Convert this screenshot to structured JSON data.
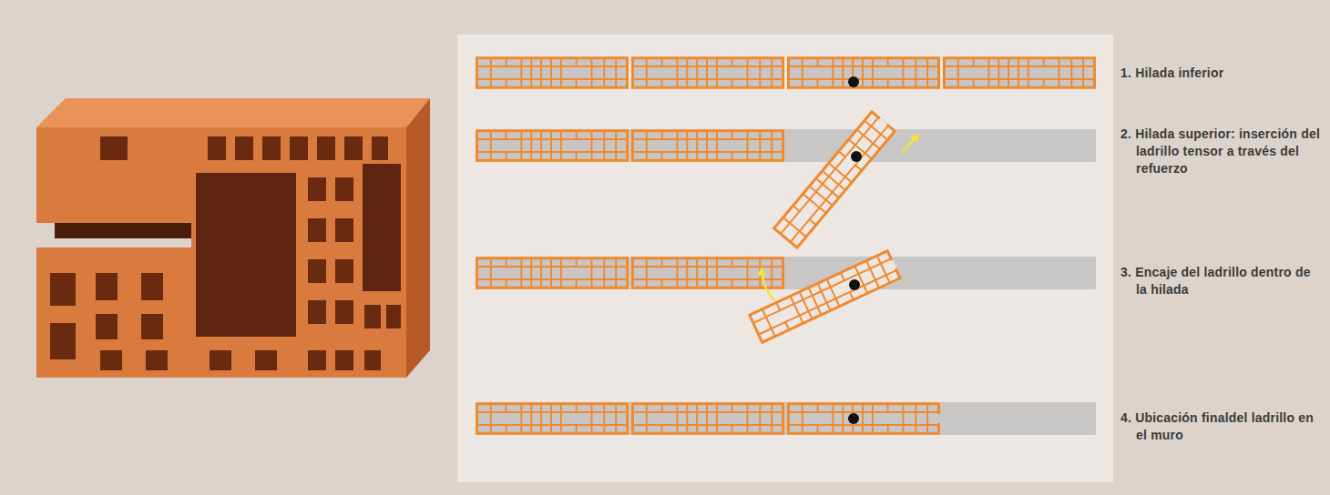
{
  "diagram": {
    "labels": [
      "1. Hilada inferior",
      "2. Hilada superior: inserción del ladrillo tensor a través del refuerzo",
      "3. Encaje del ladrillo dentro de la hilada",
      "4. Ubicación finaldel ladrillo en el muro"
    ]
  }
}
